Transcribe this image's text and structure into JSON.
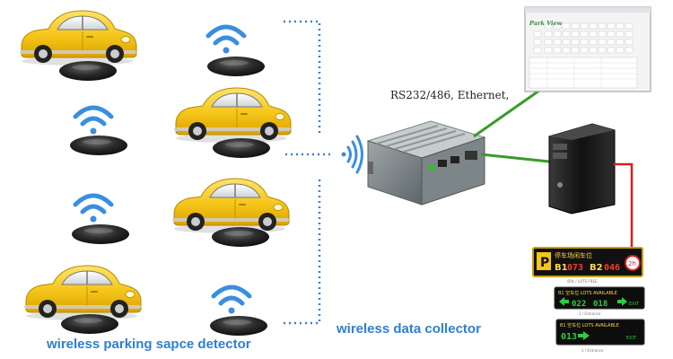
{
  "labels": {
    "detector": "wireless parking sapce detector",
    "collector": "wireless data collector",
    "link": "RS232/486, Ethernet,"
  },
  "screen": {
    "title": "Park View"
  },
  "signs": {
    "sign1": {
      "heading": "停车场闲车位",
      "b1_label": "B1",
      "b1_value": "073",
      "b2_label": "B2",
      "b2_value": "046",
      "sub": "停车 / LOTS FREE"
    },
    "sign2": {
      "header": "B1 空车位 LOTS AVAILABLE",
      "value": "022",
      "value2": "018",
      "exit": "EXIT",
      "sub": "1 / Entrance"
    },
    "sign3": {
      "header": "B1 空车位 LOTS AVAILABLE",
      "value": "013",
      "exit": "EXIT",
      "sub": "1 / Entrance"
    }
  },
  "colors": {
    "car_body": "#f5c518",
    "dotted_line": "#3d7fd6",
    "green_link": "#3a9a2a",
    "red_link": "#d62020",
    "wifi": "#3a8ee0",
    "caption": "#2f7fd0"
  }
}
